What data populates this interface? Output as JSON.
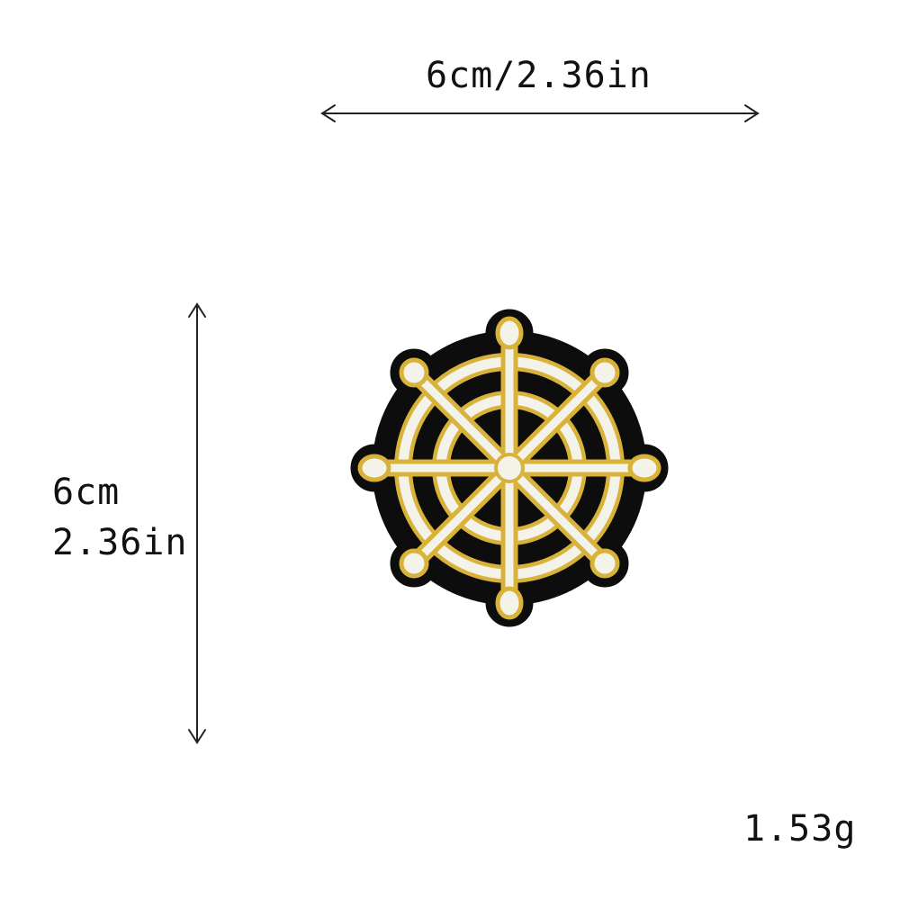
{
  "dimensions": {
    "width_label": "6cm/2.36in",
    "height_label_cm": "6cm",
    "height_label_in": "2.36in"
  },
  "weight_label": "1.53g",
  "product": {
    "icon": "ship-wheel-patch-icon",
    "colors": {
      "backing": "#0d0d0d",
      "thread_white": "#f4f3ea",
      "thread_gold": "#d9b23a",
      "thread_gold_dark": "#b8902a"
    }
  },
  "arrows": {
    "icons": [
      "double-arrow-horizontal-icon",
      "double-arrow-vertical-icon"
    ],
    "color": "#222222"
  }
}
